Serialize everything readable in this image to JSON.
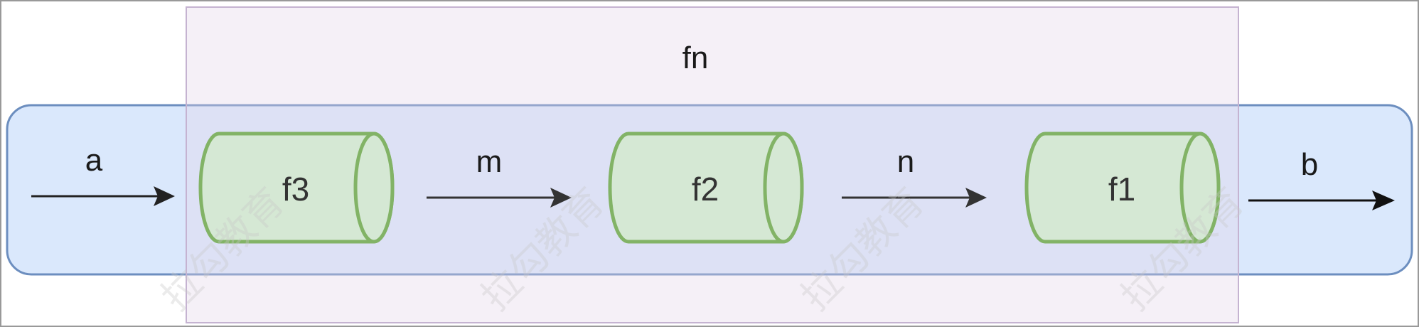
{
  "diagram": {
    "outer_label": "fn",
    "input_label": "a",
    "output_label": "b",
    "stages": [
      {
        "label": "f3"
      },
      {
        "label": "f2"
      },
      {
        "label": "f1"
      }
    ],
    "edges": [
      {
        "label": "m"
      },
      {
        "label": "n"
      }
    ]
  },
  "watermark": {
    "text": "拉勾教育"
  },
  "colors": {
    "pipeline_fill": "#dae8fc",
    "pipeline_stroke": "#6c8ebf",
    "fn_fill": "#e1d5e7",
    "fn_stroke": "#9673a6",
    "cylinder_fill": "#d5e8d4",
    "cylinder_stroke": "#82b366",
    "arrow": "#333333"
  }
}
